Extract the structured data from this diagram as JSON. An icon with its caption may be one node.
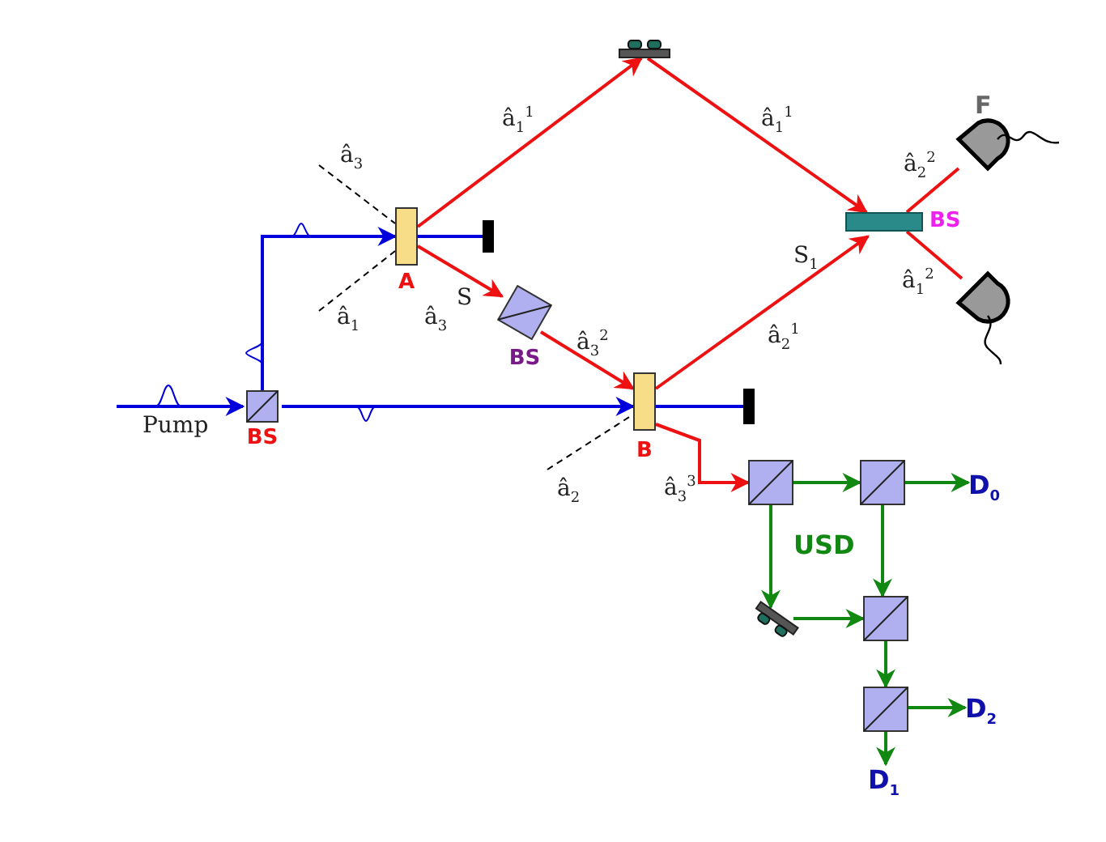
{
  "diagram": {
    "nodes": [
      {
        "text": [
          "BS"
        ]
      },
      {
        "text": [
          "A"
        ]
      },
      {
        "text": [],
        "shape": "bar"
      },
      {
        "text": [],
        "shape": "picture"
      },
      {
        "text": [
          "BS"
        ]
      },
      {
        "text": [
          "B"
        ]
      },
      {
        "text": [],
        "shape": "bar"
      },
      {
        "text": [
          "BS"
        ]
      },
      {
        "text": [
          "F"
        ]
      },
      {
        "text": [],
        "shape": "picture"
      },
      {
        "text": [],
        "shape": "box"
      },
      {
        "text": [],
        "shape": "box"
      },
      {
        "text": [],
        "shape": "picture"
      },
      {
        "text": [],
        "shape": "box"
      },
      {
        "text": [],
        "shape": "box"
      },
      {
        "text": [
          "D$_{0}$"
        ]
      },
      {
        "text": [
          "D$_{2}$"
        ]
      },
      {
        "text": [
          "D$_{1}$"
        ]
      }
    ],
    "edges": [
      {
        "from": null,
        "to": 0,
        "arrow": "to",
        "label": "Pump",
        "color": "#0000dd"
      },
      {
        "from": 0,
        "to": 1,
        "arrow": "to",
        "color": "#0000dd"
      },
      {
        "from": 0,
        "to": 5,
        "arrow": "to",
        "color": "#0000dd"
      },
      {
        "from": 1,
        "to": 2,
        "arrow": "none",
        "color": "#0000dd"
      },
      {
        "from": 1,
        "to": 3,
        "arrow": "to",
        "label": "â$_{1}$$^{1}$",
        "color": "#ee1111"
      },
      {
        "from": 3,
        "to": 7,
        "arrow": "to",
        "label": "â$_{1}$$^{1}$",
        "color": "#ee1111"
      },
      {
        "from": 1,
        "to": 4,
        "arrow": "to",
        "color": "#ee1111"
      },
      {
        "from": 4,
        "to": 5,
        "arrow": "to",
        "label": "â$_{3}$$^{2}$",
        "color": "#ee1111"
      },
      {
        "from": 5,
        "to": 7,
        "arrow": "to",
        "label": "â$_{2}$$^{1}$",
        "color": "#ee1111"
      },
      {
        "from": 5,
        "to": 6,
        "arrow": "none",
        "color": "#0000dd"
      },
      {
        "from": 7,
        "to": 8,
        "arrow": "none",
        "label": "â$_{2}$$^{2}$",
        "color": "#ee1111"
      },
      {
        "from": 7,
        "to": 9,
        "arrow": "none",
        "label": "â$_{1}$$^{2}$",
        "color": "#ee1111"
      },
      {
        "from": 5,
        "to": 10,
        "arrow": "to",
        "label": "â$_{3}$$^{3}$",
        "color": "#ee1111"
      },
      {
        "from": 10,
        "to": 11,
        "arrow": "to",
        "color": "#118811"
      },
      {
        "from": 11,
        "to": 15,
        "arrow": "to",
        "color": "#118811"
      },
      {
        "from": 10,
        "to": 12,
        "arrow": "to",
        "color": "#118811"
      },
      {
        "from": 12,
        "to": 13,
        "arrow": "to",
        "color": "#118811"
      },
      {
        "from": 11,
        "to": 13,
        "arrow": "to",
        "color": "#118811"
      },
      {
        "from": 13,
        "to": 14,
        "arrow": "to",
        "color": "#118811"
      },
      {
        "from": 14,
        "to": 16,
        "arrow": "to",
        "color": "#118811"
      },
      {
        "from": 14,
        "to": 17,
        "arrow": "to",
        "color": "#118811"
      }
    ],
    "labels": [
      "â$_{3}$",
      "â$_{1}$",
      "â$_{3}$",
      "S",
      "S$_{1}$",
      "â$_{2}$",
      "USD"
    ]
  }
}
